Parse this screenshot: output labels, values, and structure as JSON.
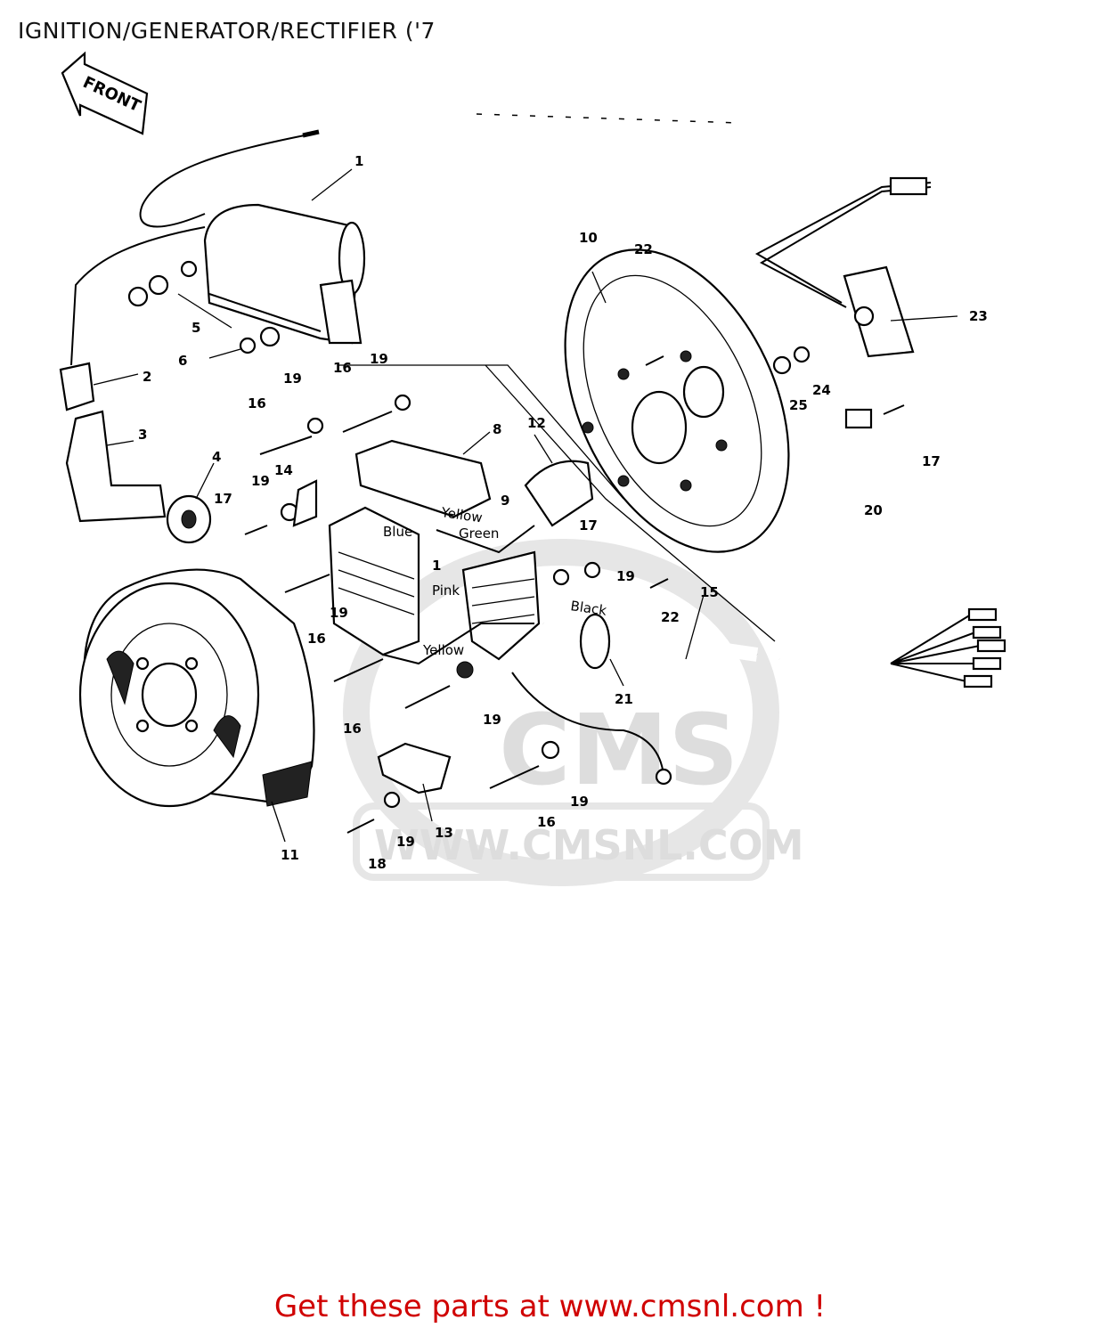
{
  "title": "IGNITION/GENERATOR/RECTIFIER ('7",
  "footer": "Get these parts at www.cmsnl.com !",
  "front_arrow_label": "FRONT",
  "watermark": {
    "logo": "CMS",
    "url": "WWW.CMSNL.COM"
  },
  "wire_colors": [
    "Yellow",
    "Blue",
    "Green",
    "Pink",
    "Black",
    "Yellow"
  ],
  "callouts": [
    "1",
    "2",
    "3",
    "4",
    "5",
    "6",
    "16",
    "19",
    "16",
    "19",
    "17",
    "19",
    "14",
    "8",
    "12",
    "9",
    "1",
    "16",
    "19",
    "17",
    "19",
    "22",
    "10",
    "22",
    "23",
    "24",
    "25",
    "17",
    "20",
    "15",
    "21",
    "16",
    "19",
    "16",
    "19",
    "13",
    "18",
    "19",
    "11"
  ]
}
